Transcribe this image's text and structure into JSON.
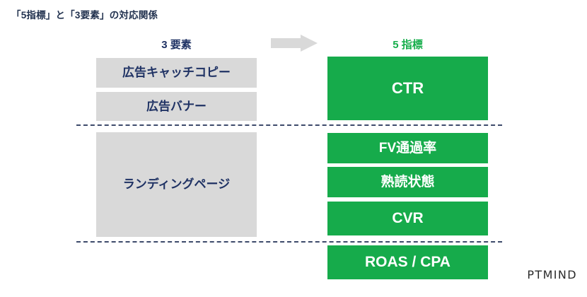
{
  "title": "「5指標」と「3要素」の対応関係",
  "colors": {
    "green": "#16ab4b",
    "gray": "#d9d9d9",
    "navy": "#1f3264",
    "arrow_gray": "#d9d9d9",
    "divider": "#3d4a6b"
  },
  "columns": {
    "left": {
      "header": "3 要素",
      "items": [
        {
          "label": "広告キャッチコピー"
        },
        {
          "label": "広告バナー"
        },
        {
          "label": "ランディングページ"
        }
      ]
    },
    "right": {
      "header": "5 指標",
      "items": [
        {
          "label": "CTR"
        },
        {
          "label": "FV通過率"
        },
        {
          "label": "熟読状態"
        },
        {
          "label": "CVR"
        },
        {
          "label": "ROAS / CPA"
        }
      ]
    }
  },
  "arrow": {
    "icon": "right-arrow-icon"
  },
  "watermark": "PTMIND"
}
